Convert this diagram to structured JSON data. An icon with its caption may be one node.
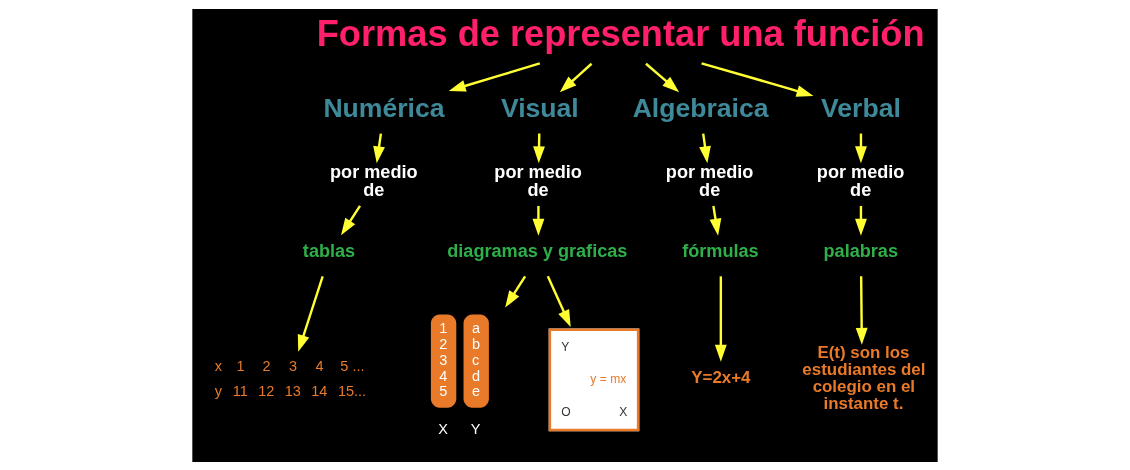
{
  "diagram": {
    "nodes": [
      {
        "text": [
          "Formas de representar una función"
        ]
      },
      {
        "text": [
          "Numérica"
        ]
      },
      {
        "text": [
          "Visual"
        ]
      },
      {
        "text": [
          "Algebraica"
        ]
      },
      {
        "text": [
          "Verbal"
        ]
      },
      {
        "text": [
          "por medio de"
        ]
      },
      {
        "text": [
          "por medio de"
        ]
      },
      {
        "text": [
          "por medio de"
        ]
      },
      {
        "text": [
          "por medio de"
        ]
      },
      {
        "text": [
          "tablas"
        ]
      },
      {
        "text": [
          "diagramas y graficas"
        ]
      },
      {
        "text": [
          "fórmulas"
        ]
      },
      {
        "text": [
          "palabras"
        ]
      },
      {
        "text": [
          "x",
          "1",
          "2",
          "3",
          "4",
          "5 ...",
          "y",
          "11",
          "12",
          "13",
          "14",
          "15..."
        ]
      },
      {
        "text": [
          "1",
          "2",
          "3",
          "4",
          "5",
          "a",
          "b",
          "c",
          "d",
          "e",
          "X",
          "Y"
        ]
      },
      {
        "text": [
          "Y",
          "y = mx",
          "O",
          "X"
        ]
      },
      {
        "text": [
          "Y=2x+4"
        ]
      },
      {
        "text": [
          "E(t) son los estudiantes del colegio en el instante t."
        ]
      }
    ],
    "edges": [
      {
        "from": 0,
        "to": 1,
        "arrow": "to"
      },
      {
        "from": 0,
        "to": 2,
        "arrow": "to"
      },
      {
        "from": 0,
        "to": 3,
        "arrow": "to"
      },
      {
        "from": 0,
        "to": 4,
        "arrow": "to"
      },
      {
        "from": 1,
        "to": 5,
        "arrow": "to"
      },
      {
        "from": 2,
        "to": 6,
        "arrow": "to"
      },
      {
        "from": 3,
        "to": 7,
        "arrow": "to"
      },
      {
        "from": 4,
        "to": 8,
        "arrow": "to"
      },
      {
        "from": 5,
        "to": 9,
        "arrow": "to"
      },
      {
        "from": 6,
        "to": 10,
        "arrow": "to"
      },
      {
        "from": 7,
        "to": 11,
        "arrow": "to"
      },
      {
        "from": 8,
        "to": 12,
        "arrow": "to"
      },
      {
        "from": 9,
        "to": 13,
        "arrow": "to"
      },
      {
        "from": 10,
        "to": 14,
        "arrow": "to"
      },
      {
        "from": 10,
        "to": 15,
        "arrow": "to"
      },
      {
        "from": 11,
        "to": 16,
        "arrow": "to"
      },
      {
        "from": 12,
        "to": 17,
        "arrow": "to"
      }
    ]
  }
}
